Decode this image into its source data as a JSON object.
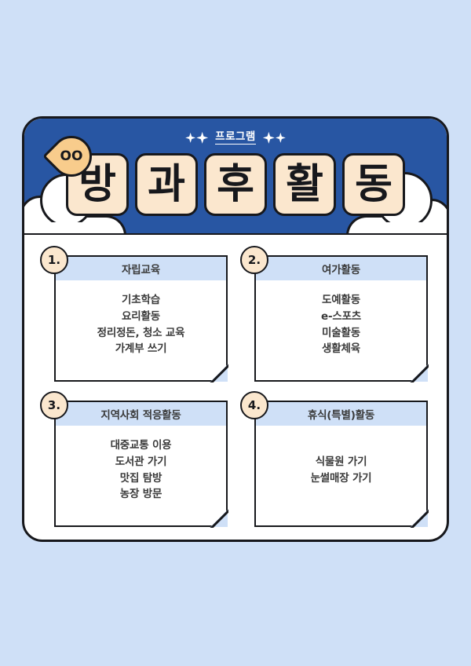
{
  "page": {
    "background_color": "#cfe0f7"
  },
  "header": {
    "background_color": "#2856a3",
    "eyebrow_label": "프로그램",
    "pin_badge_text": "OO",
    "title_tiles": [
      "방",
      "과",
      "후",
      "활",
      "동"
    ],
    "title_full": "방과후활동",
    "sparkle_icon_name": "sparkle-diamond-icon",
    "tile_color": "#fbe7ce",
    "pin_color": "#f8cc8c"
  },
  "cards": [
    {
      "number": "1.",
      "title": "자립교육",
      "items": [
        "기초학습",
        "요리활동",
        "정리정돈, 청소 교육",
        "가계부 쓰기"
      ]
    },
    {
      "number": "2.",
      "title": "여가활동",
      "items": [
        "도예활동",
        "e-스포츠",
        "미술활동",
        "생활체육"
      ]
    },
    {
      "number": "3.",
      "title": "지역사회 적응활동",
      "items": [
        "대중교통 이용",
        "도서관 가기",
        "맛집 탐방",
        "농장 방문"
      ]
    },
    {
      "number": "4.",
      "title": "휴식(특별)활동",
      "items": [
        "식물원 가기",
        "눈썰매장 가기"
      ]
    }
  ],
  "colors": {
    "accent_blue": "#2856a3",
    "light_blue": "#cfe0f7",
    "peach": "#fbe7ce",
    "outline": "#17181c",
    "text_gray": "#3a3a3a"
  }
}
